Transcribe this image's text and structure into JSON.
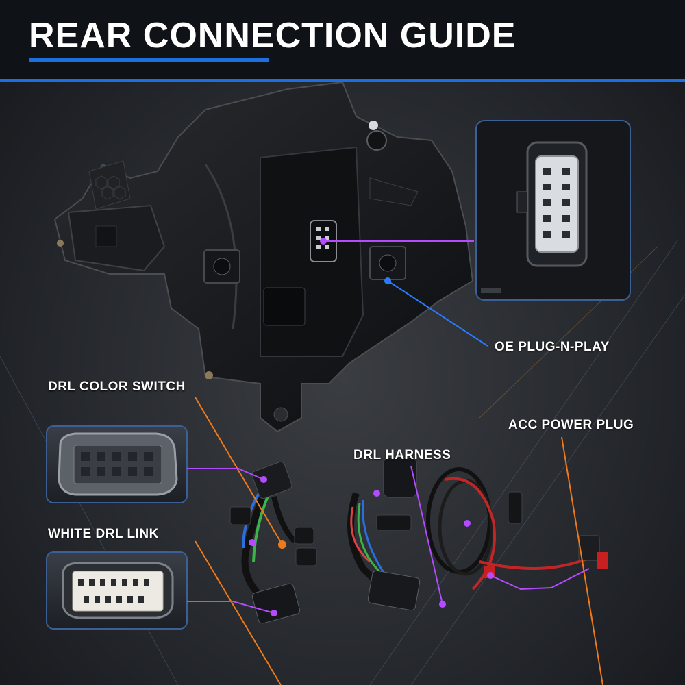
{
  "header": {
    "title": "REAR CONNECTION GUIDE"
  },
  "callouts": {
    "oe_plug": "OE PLUG-N-PLAY",
    "drl_color_switch": "DRL COLOR SWITCH",
    "acc_power_plug": "ACC POWER PLUG",
    "drl_harness": "DRL HARNESS",
    "white_drl_link": "WHITE DRL LINK"
  },
  "colors": {
    "accent_blue": "#1d6fe0",
    "marker_purple": "#b44bff",
    "leader_orange": "#f07a1a",
    "header_bg": "#0f1216"
  }
}
